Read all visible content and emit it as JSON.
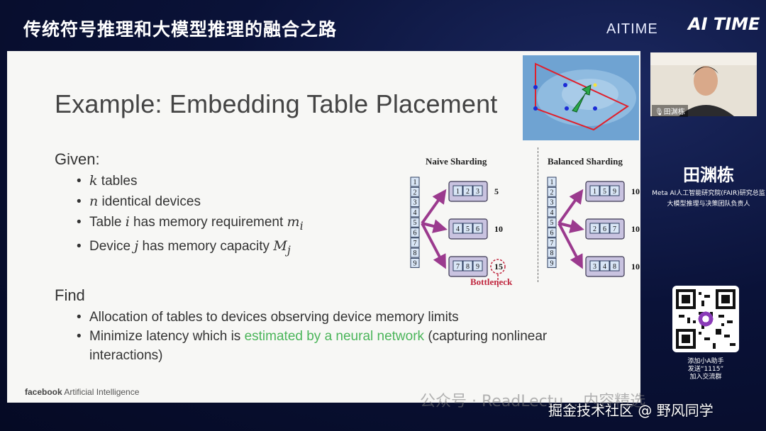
{
  "header": {
    "title": "传统符号推理和大模型推理的融合之路",
    "brand": "AITIME",
    "logo_text": "AI TIME"
  },
  "slide": {
    "title": "Example: Embedding Table Placement",
    "given_heading": "Given:",
    "given_items": [
      {
        "var": "k",
        "text": " tables"
      },
      {
        "var": "n",
        "text": " identical devices"
      },
      {
        "pre": "Table ",
        "var": "i",
        "mid": " has memory requirement ",
        "var2": "m",
        "sub": "i"
      },
      {
        "pre": "Device ",
        "var": "j",
        "mid": " has memory capacity ",
        "var2": "M",
        "sub": "j"
      }
    ],
    "find_heading": "Find",
    "find_items": [
      {
        "text": "Allocation of tables to devices observing device memory limits"
      },
      {
        "pre": "Minimize latency which is ",
        "highlight": "estimated by a neural network",
        "post": " (capturing nonlinear interactions)"
      }
    ],
    "footer_brand": "facebook",
    "footer_text": "Artificial Intelligence",
    "naive_title": "Naive Sharding",
    "balanced_title": "Balanced Sharding",
    "tables": [
      "1",
      "2",
      "3",
      "4",
      "5",
      "6",
      "7",
      "8",
      "9"
    ],
    "naive_devices": [
      {
        "items": [
          "1",
          "2",
          "3"
        ],
        "load": "5"
      },
      {
        "items": [
          "4",
          "5",
          "6"
        ],
        "load": "10"
      },
      {
        "items": [
          "7",
          "8",
          "9"
        ],
        "load": "15"
      }
    ],
    "balanced_devices": [
      {
        "items": [
          "1",
          "5",
          "9"
        ],
        "load": "10"
      },
      {
        "items": [
          "2",
          "6",
          "7"
        ],
        "load": "10"
      },
      {
        "items": [
          "3",
          "4",
          "8"
        ],
        "load": "10"
      }
    ],
    "bottleneck_label": "Bottleneck"
  },
  "speaker": {
    "cam_label": "田渊栋",
    "name": "田渊栋",
    "role_line1": "Meta AI人工智能研究院(FAIR)研究总监",
    "role_line2": "大模型推理与决策团队负责人"
  },
  "qr": {
    "caption1": "添加小A助手",
    "caption2": "发送“1115”",
    "caption3": "加入交流群"
  },
  "watermarks": {
    "wechat": "公众号 · ReadLectu... 内容精选",
    "juejin": "掘金技术社区 @ 野风同学"
  },
  "colors": {
    "background": "#0a1238",
    "slide_bg": "#f7f7f5",
    "highlight_green": "#4bb55a",
    "bottleneck_red": "#c0273f",
    "device_fill": "#c9c3e0",
    "arrow_purple": "#9b3a8e"
  }
}
